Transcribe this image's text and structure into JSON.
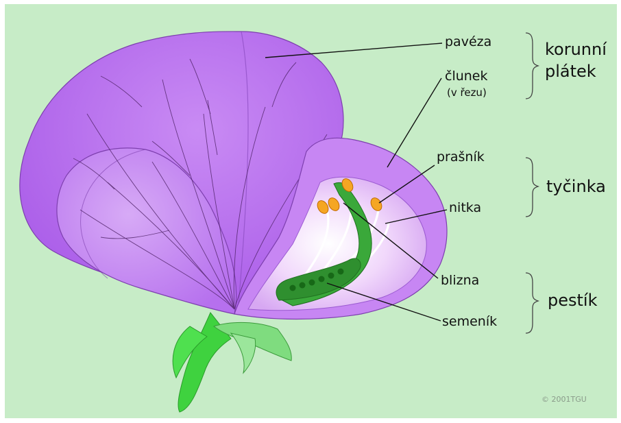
{
  "labels": {
    "paveza": "pavéza",
    "clunek": "člunek",
    "clunek_note": "(v řezu)",
    "prasnik": "prašník",
    "nitka": "nitka",
    "blizna": "blizna",
    "semenik": "semeník"
  },
  "groups": {
    "korunni_platek_line1": "korunní",
    "korunni_platek_line2": "plátek",
    "tycinka": "tyčinka",
    "pestik": "pestík"
  },
  "copyright": "© 2001TGU",
  "colors": {
    "background": "#c7ecc7",
    "petal": "#b36af0",
    "petal_light": "#cf9cf3",
    "petal_vein": "#5a2a6e",
    "keel_inner": "#f0d4fb",
    "stem": "#3fd23f",
    "pistil": "#3aa83a",
    "anther": "#f5a623"
  }
}
